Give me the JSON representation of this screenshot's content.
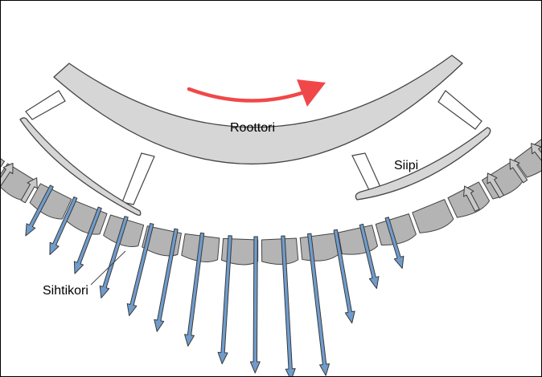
{
  "labels": {
    "rotor": "Roottori",
    "wing": "Siipi",
    "screen_basket": "Sihtikori"
  },
  "colors": {
    "rotor_fill": "#d6d6d6",
    "wing_fill": "#d6d6d6",
    "outline": "#444444",
    "basket_segment": "#b4b4b4",
    "light_arrow": "#c8c8c8",
    "flow_arrow": "#6f9ccc",
    "rotation_arrow": "#f04848"
  },
  "icons": {
    "rotation": "curved-arrow-clockwise",
    "inflow": "arrow-outward",
    "outflow": "arrow-through-screen"
  }
}
